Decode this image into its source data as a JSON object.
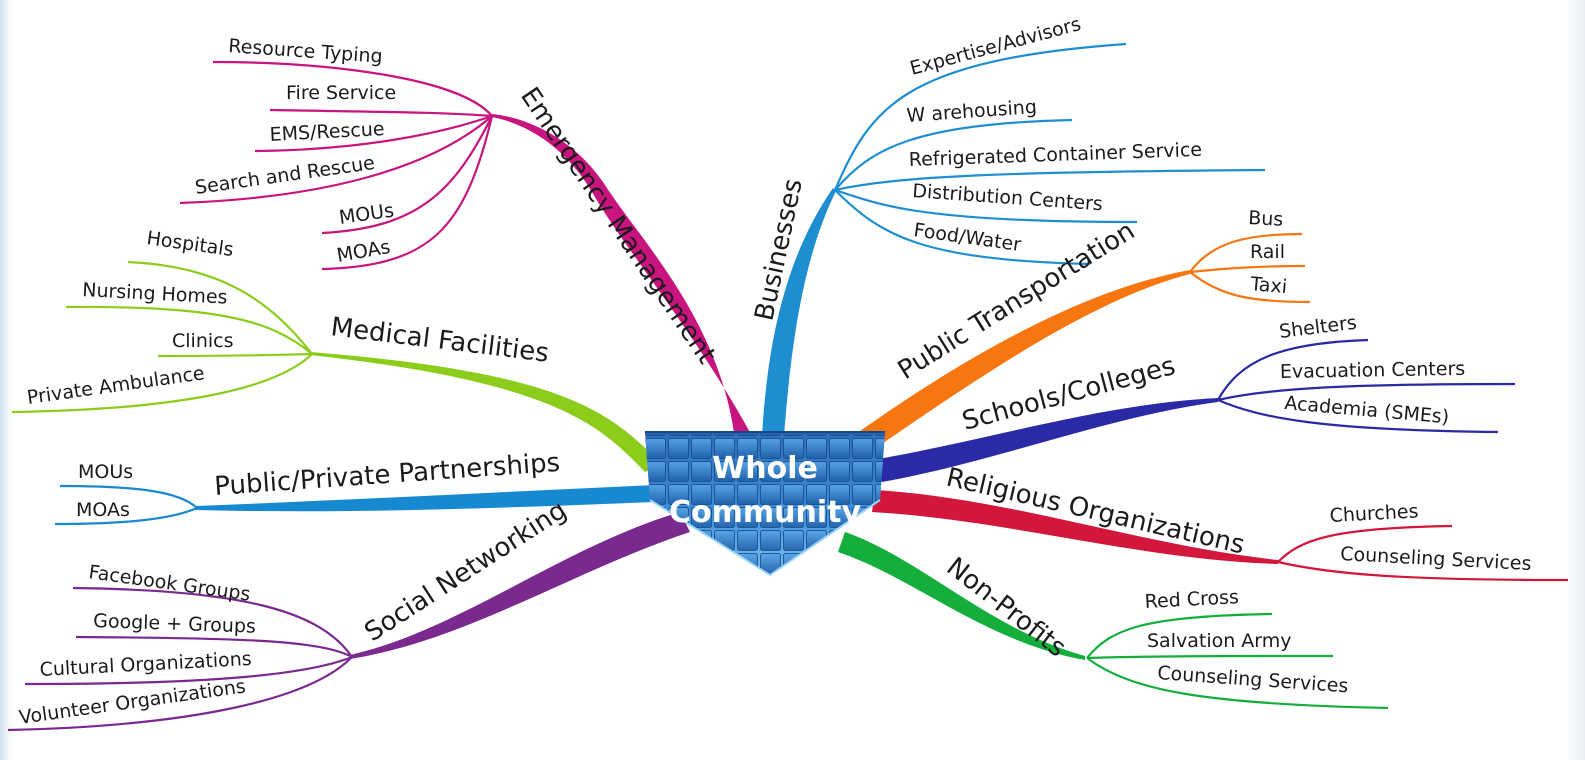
{
  "center": {
    "line1": "Whole",
    "line2": "Community"
  },
  "branches": {
    "emergency_management": {
      "label": "Emergency Management",
      "color": "#c8147e",
      "items": [
        "Resource Typing",
        "Fire Service",
        "EMS/Rescue",
        "Search and Rescue",
        "MOUs",
        "MOAs"
      ]
    },
    "businesses": {
      "label": "Businesses",
      "color": "#1f8ed1",
      "items": [
        "Expertise/Advisors",
        "W arehousing",
        "Refrigerated Container Service",
        "Distribution Centers",
        "Food/Water"
      ]
    },
    "medical_facilities": {
      "label": "Medical Facilities",
      "color": "#8ccd1c",
      "items": [
        "Hospitals",
        "Nursing Homes",
        "Clinics",
        "Private Ambulance"
      ]
    },
    "public_transportation": {
      "label": "Public Transportation",
      "color": "#f7760f",
      "items": [
        "Bus",
        "Rail",
        "Taxi"
      ]
    },
    "schools_colleges": {
      "label": "Schools/Colleges",
      "color": "#2a2aa6",
      "items": [
        "Shelters",
        "Evacuation Centers",
        "Academia (SMEs)"
      ]
    },
    "public_private": {
      "label": "Public/Private Partnerships",
      "color": "#1789d0",
      "items": [
        "MOUs",
        "MOAs"
      ]
    },
    "religious": {
      "label": "Religious Organizations",
      "color": "#d2163c",
      "items": [
        "Churches",
        "Counseling Services"
      ]
    },
    "social_networking": {
      "label": "Social Networking",
      "color": "#7a2a8e",
      "items": [
        "Facebook Groups",
        "Google + Groups",
        "Cultural Organizations",
        "Volunteer Organizations"
      ]
    },
    "non_profits": {
      "label": "Non-Profits",
      "color": "#15ad3c",
      "items": [
        "Red Cross",
        "Salvation Army",
        "Counseling Services"
      ]
    }
  }
}
